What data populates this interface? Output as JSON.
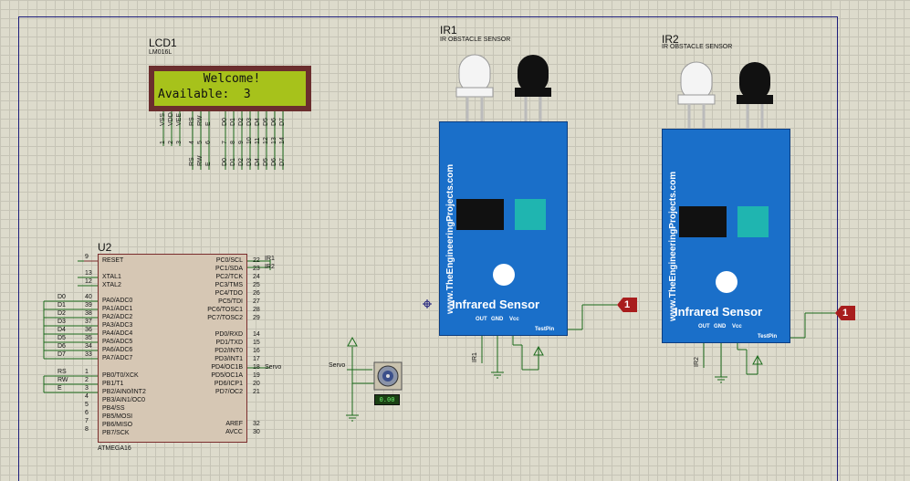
{
  "lcd": {
    "ref": "LCD1",
    "model": "LM016L",
    "line1": "Welcome!",
    "line2": "Available:  3",
    "pins": [
      "VSS",
      "VDD",
      "VEE",
      "RS",
      "RW",
      "E",
      "D0",
      "D1",
      "D2",
      "D3",
      "D4",
      "D5",
      "D6",
      "D7"
    ],
    "pin_numbers": [
      "1",
      "2",
      "3",
      "4",
      "5",
      "6",
      "7",
      "8",
      "9",
      "10",
      "11",
      "12",
      "13",
      "14"
    ],
    "net_labels": [
      "RS",
      "RW",
      "E",
      "D0",
      "D1",
      "D2",
      "D3",
      "D4",
      "D5",
      "D6",
      "D7"
    ]
  },
  "mcu": {
    "ref": "U2",
    "part": "ATMEGA16",
    "left_pins": [
      {
        "n": "9",
        "name": "RESET"
      },
      {
        "n": "13",
        "name": "XTAL1"
      },
      {
        "n": "12",
        "name": "XTAL2"
      },
      {
        "n": "40",
        "name": "PA0/ADC0"
      },
      {
        "n": "39",
        "name": "PA1/ADC1"
      },
      {
        "n": "38",
        "name": "PA2/ADC2"
      },
      {
        "n": "37",
        "name": "PA3/ADC3"
      },
      {
        "n": "36",
        "name": "PA4/ADC4"
      },
      {
        "n": "35",
        "name": "PA5/ADC5"
      },
      {
        "n": "34",
        "name": "PA6/ADC6"
      },
      {
        "n": "33",
        "name": "PA7/ADC7"
      },
      {
        "n": "1",
        "name": "PB0/T0/XCK"
      },
      {
        "n": "2",
        "name": "PB1/T1"
      },
      {
        "n": "3",
        "name": "PB2/AIN0/INT2"
      },
      {
        "n": "4",
        "name": "PB3/AIN1/OC0"
      },
      {
        "n": "5",
        "name": "PB4/SS"
      },
      {
        "n": "6",
        "name": "PB5/MOSI"
      },
      {
        "n": "7",
        "name": "PB6/MISO"
      },
      {
        "n": "8",
        "name": "PB7/SCK"
      }
    ],
    "right_pins": [
      {
        "n": "22",
        "name": "PC0/SCL"
      },
      {
        "n": "23",
        "name": "PC1/SDA"
      },
      {
        "n": "24",
        "name": "PC2/TCK"
      },
      {
        "n": "25",
        "name": "PC3/TMS"
      },
      {
        "n": "26",
        "name": "PC4/TDO"
      },
      {
        "n": "27",
        "name": "PC5/TDI"
      },
      {
        "n": "28",
        "name": "PC6/TOSC1"
      },
      {
        "n": "29",
        "name": "PC7/TOSC2"
      },
      {
        "n": "14",
        "name": "PD0/RXD"
      },
      {
        "n": "15",
        "name": "PD1/TXD"
      },
      {
        "n": "16",
        "name": "PD2/INT0"
      },
      {
        "n": "17",
        "name": "PD3/INT1"
      },
      {
        "n": "18",
        "name": "PD4/OC1B"
      },
      {
        "n": "19",
        "name": "PD5/OC1A"
      },
      {
        "n": "20",
        "name": "PD6/ICP1"
      },
      {
        "n": "21",
        "name": "PD7/OC2"
      },
      {
        "n": "32",
        "name": "AREF"
      },
      {
        "n": "30",
        "name": "AVCC"
      }
    ],
    "left_nets": [
      "D0",
      "D1",
      "D2",
      "D3",
      "D4",
      "D5",
      "D6",
      "D7",
      "RS",
      "RW",
      "E"
    ],
    "right_nets": [
      "IR1",
      "IR2",
      "Servo"
    ]
  },
  "sensors": [
    {
      "ref": "IR1",
      "type": "IR OBSTACLE SENSOR",
      "website": "www.TheEngineeringProjects.com",
      "label": "Infrared Sensor",
      "pins": [
        "OUT",
        "GND",
        "Vcc"
      ],
      "testpin": "TestPin",
      "net": "IR1",
      "probe": "1"
    },
    {
      "ref": "IR2",
      "type": "IR OBSTACLE SENSOR",
      "website": "www.TheEngineeringProjects.com",
      "label": "Infrared Sensor",
      "pins": [
        "OUT",
        "GND",
        "Vcc"
      ],
      "testpin": "TestPin",
      "net": "IR2",
      "probe": "1"
    }
  ],
  "servo": {
    "label": "Servo",
    "reading": "0.00"
  },
  "colors": {
    "canvas": "#dddbcc",
    "grid": "#c6c4b6",
    "board": "#1a6fc9",
    "lcd_screen": "#a7c21b",
    "wire": "#1a6a1a",
    "chip": "#d6c7b4"
  }
}
